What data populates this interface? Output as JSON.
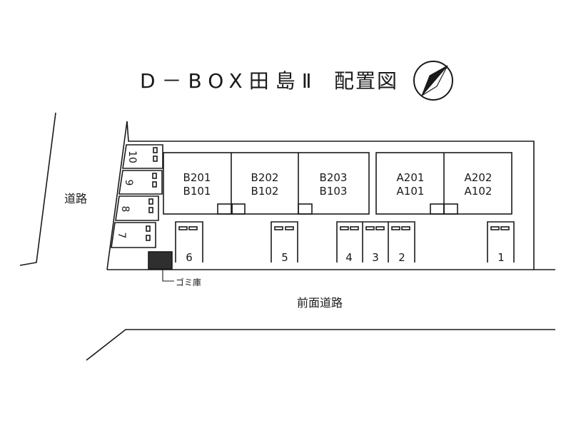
{
  "title": "D－BOX田島Ⅱ",
  "subtitle": "配置図",
  "compass": "north-arrow-icon",
  "left_road": "道路",
  "front_road": "前面道路",
  "garbage": "ゴミ庫",
  "units": [
    {
      "upper": "B201",
      "lower": "B101"
    },
    {
      "upper": "B202",
      "lower": "B102"
    },
    {
      "upper": "B203",
      "lower": "B103"
    },
    {
      "upper": "A201",
      "lower": "A101"
    },
    {
      "upper": "A202",
      "lower": "A102"
    }
  ],
  "parking_front": [
    "6",
    "5",
    "4",
    "3",
    "2",
    "1"
  ],
  "parking_side": [
    "10",
    "9",
    "8",
    "7"
  ]
}
